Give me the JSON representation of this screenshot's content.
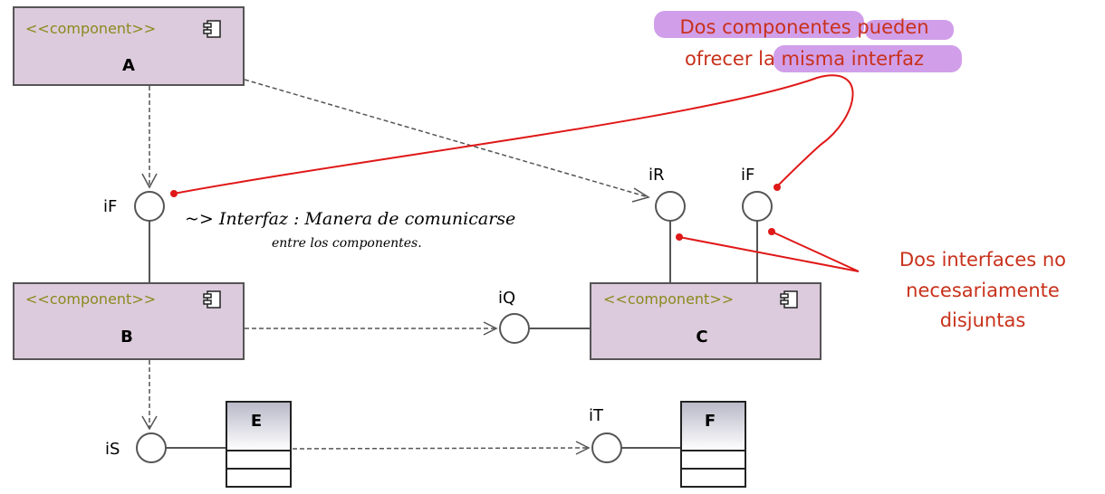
{
  "components": {
    "a": {
      "stereotype": "<<component>>",
      "name": "A"
    },
    "b": {
      "stereotype": "<<component>>",
      "name": "B"
    },
    "c": {
      "stereotype": "<<component>>",
      "name": "C"
    }
  },
  "classes": {
    "e": {
      "name": "E"
    },
    "f": {
      "name": "F"
    }
  },
  "interfaces": {
    "if_b": "iF",
    "ir": "iR",
    "if_c": "iF",
    "iq": "iQ",
    "is": "iS",
    "it": "iT"
  },
  "notes": {
    "top_line1": "Dos componentes pueden",
    "top_line2": "ofrecer la misma interfaz",
    "right_line1": "Dos interfaces no",
    "right_line2": "necesariamente",
    "right_line3": "disjuntas"
  },
  "handwriting": {
    "line1": "~> Interfaz : Manera de comunicarse",
    "line2": "entre los componentes."
  },
  "colors": {
    "component_fill": "#dccbdc",
    "highlight": "#c98ee6",
    "annotation": "#e01818",
    "note_text": "#c8311b",
    "stereotype_text": "#8a8a1e"
  },
  "icons": [
    "component-icon"
  ]
}
